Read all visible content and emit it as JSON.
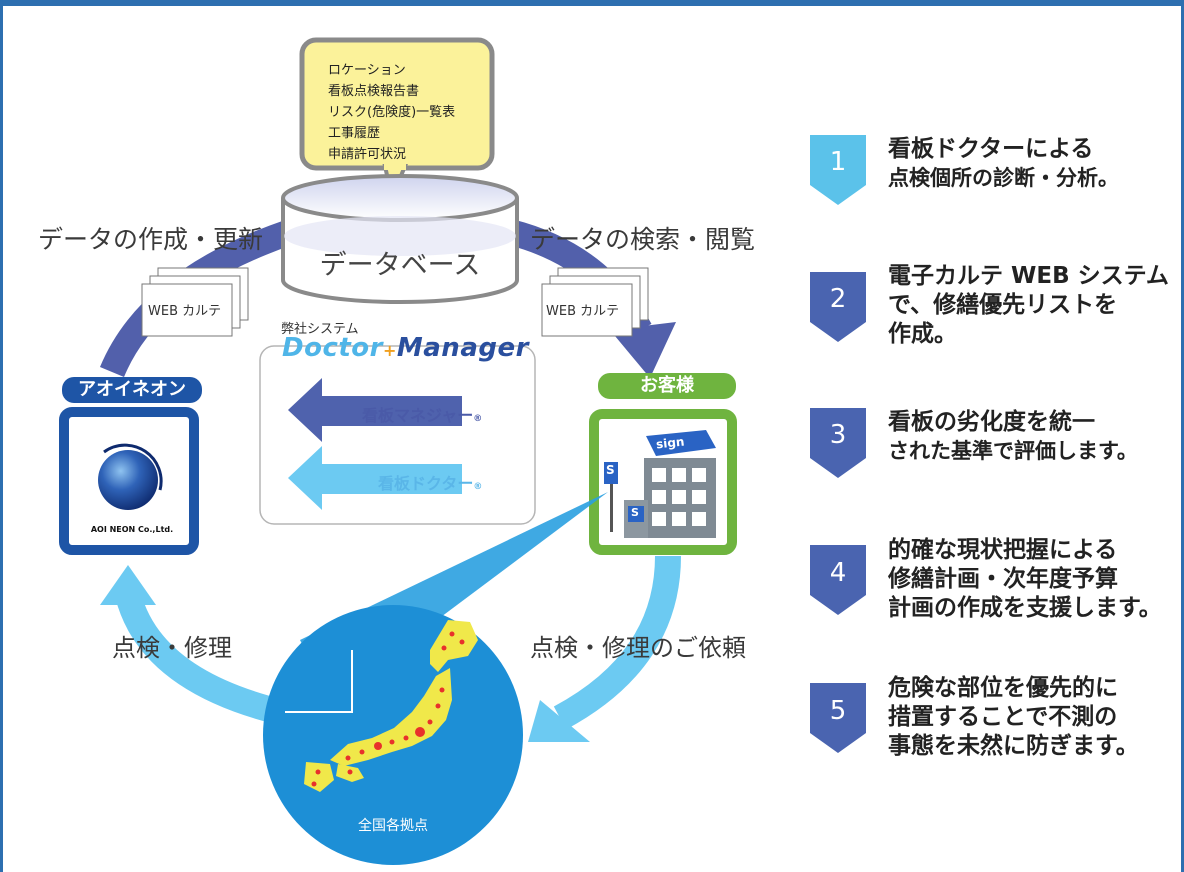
{
  "callout": {
    "items": [
      "ロケーション",
      "看板点検報告書",
      "リスク(危険度)一覧表",
      "工事履歴",
      "申請許可状況"
    ]
  },
  "database_label": "データベース",
  "flow_labels": {
    "create_update": "データの作成・更新",
    "search_view": "データの検索・閲覧",
    "inspect_repair": "点検・修理",
    "request": "点検・修理のご依頼"
  },
  "web_karte_label": "WEB カルテ",
  "tags": {
    "aoi": "アオイネオン",
    "client": "お客様"
  },
  "aoi_caption": "AOI NEON Co.,Ltd.",
  "system": {
    "caption": "弊社システム",
    "brand_doctor": "Doctor",
    "brand_plus": "+",
    "brand_manager": "Manager",
    "manager_arrow_label": "看板マネジャー",
    "doctor_arrow_label": "看板ドクター",
    "reg_mark": "®"
  },
  "building_sign": "sign",
  "building_s": "S",
  "japan_caption": "全国各拠点",
  "steps": [
    {
      "num": "1",
      "line1": "看板ドクターによる",
      "line2": "点検個所の診断・分析。",
      "color": "#5bc2ea"
    },
    {
      "num": "2",
      "line1": "電子カルテ WEB システム",
      "line2": "で、修繕優先リストを",
      "line3": "作成。",
      "color": "#4a64b0"
    },
    {
      "num": "3",
      "line1": "看板の劣化度を統一",
      "line2": "された基準で評価します。",
      "color": "#4a64b0"
    },
    {
      "num": "4",
      "line1": "的確な現状把握による",
      "line2": "修繕計画・次年度予算",
      "line3": "計画の作成を支援します。",
      "color": "#4a64b0"
    },
    {
      "num": "5",
      "line1": "危険な部位を優先的に",
      "line2": "措置することで不測の",
      "line3": "事態を未然に防ぎます。",
      "color": "#4a64b0"
    }
  ],
  "colors": {
    "frame": "#2d6fb0",
    "dark_arrow": "#5260ab",
    "light_arrow": "#6ccaf2",
    "callout_fill": "#fbf29a",
    "client_green": "#6fb43f",
    "aoi_blue": "#1e55a6",
    "japan_bg": "#1d8fd6",
    "japan_land": "#f0e84a",
    "japan_dots": "#e8312b"
  }
}
